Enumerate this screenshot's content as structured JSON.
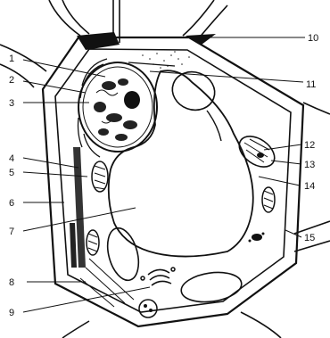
{
  "labels": [
    {
      "id": "1",
      "text": "1"
    },
    {
      "id": "2",
      "text": "2"
    },
    {
      "id": "3",
      "text": "3"
    },
    {
      "id": "4",
      "text": "4"
    },
    {
      "id": "5",
      "text": "5"
    },
    {
      "id": "6",
      "text": "6"
    },
    {
      "id": "7",
      "text": "7"
    },
    {
      "id": "8",
      "text": "8"
    },
    {
      "id": "9",
      "text": "9"
    },
    {
      "id": "10",
      "text": "10"
    },
    {
      "id": "11",
      "text": "11"
    },
    {
      "id": "12",
      "text": "12"
    },
    {
      "id": "13",
      "text": "13"
    },
    {
      "id": "14",
      "text": "14"
    },
    {
      "id": "15",
      "text": "15"
    }
  ]
}
